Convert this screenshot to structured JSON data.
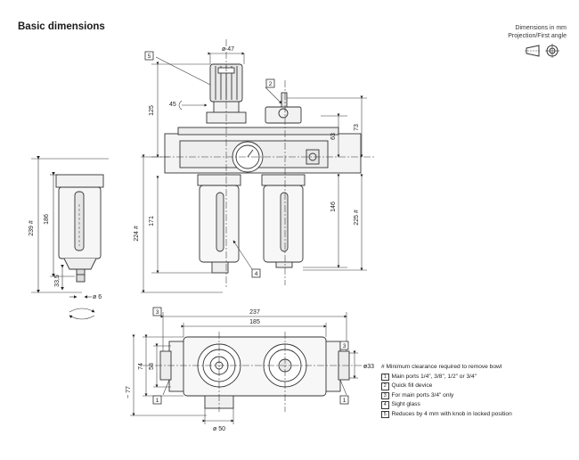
{
  "title": "Basic dimensions",
  "units_note": {
    "line1": "Dimensions in mm",
    "line2": "Projection/First angle"
  },
  "icons": [
    "projection-first-angle-icon"
  ],
  "dimensions": {
    "d47": "ø 47",
    "d45": "45",
    "d125": "125",
    "d63": "63",
    "d73": "73",
    "d171": "171",
    "d224": "224 #",
    "d146": "146",
    "d225": "225 #",
    "d186": "186",
    "d239": "239 #",
    "d33_5": "33,5",
    "d6": "ø 6",
    "d237": "237",
    "d185": "185",
    "d74": "74",
    "d58": "58",
    "d77": "~ 77",
    "d33": "ø33",
    "d50": "ø 50"
  },
  "callouts": {
    "c1a": "1",
    "c1b": "1",
    "c2": "2",
    "c3a": "3",
    "c3b": "3",
    "c4": "4",
    "c5": "5"
  },
  "legend": {
    "note": "# Minimum clearance required to remove bowl",
    "items": [
      {
        "num": "1",
        "text": "Main ports 1/4\", 3/8\", 1/2\" or 3/4\""
      },
      {
        "num": "2",
        "text": "Quick fill device"
      },
      {
        "num": "3",
        "text": "For main ports 3/4\" only"
      },
      {
        "num": "4",
        "text": "Sight glass"
      },
      {
        "num": "5",
        "text": "Reduces by 4 mm with knob in locked position"
      }
    ]
  }
}
